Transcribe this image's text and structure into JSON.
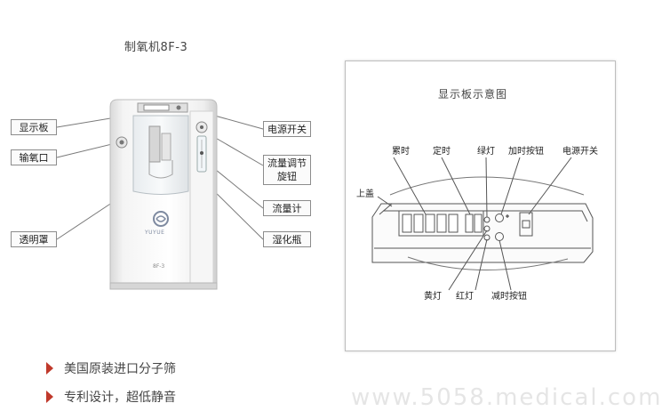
{
  "product_title": "制氧机8F-3",
  "left_callouts": [
    "显示板",
    "输氧口",
    "透明罩"
  ],
  "right_callouts": [
    "电源开关",
    "流量调节旋钮",
    "流量计",
    "湿化瓶"
  ],
  "machine": {
    "brand_text": "YUYUE",
    "model_text": "8F-3"
  },
  "panel": {
    "title": "显示板示意图",
    "labels_top": [
      "累时",
      "定时",
      "绿灯",
      "加时按钮",
      "电源开关"
    ],
    "label_left": "上盖",
    "labels_bottom": [
      "黄灯",
      "红灯",
      "减时按钮"
    ]
  },
  "features": [
    "美国原装进口分子筛",
    "专利设计，超低静音"
  ],
  "watermark": "www.5058.medical.com",
  "colors": {
    "arrow": "#c0392b",
    "border": "#8c8c8c"
  }
}
